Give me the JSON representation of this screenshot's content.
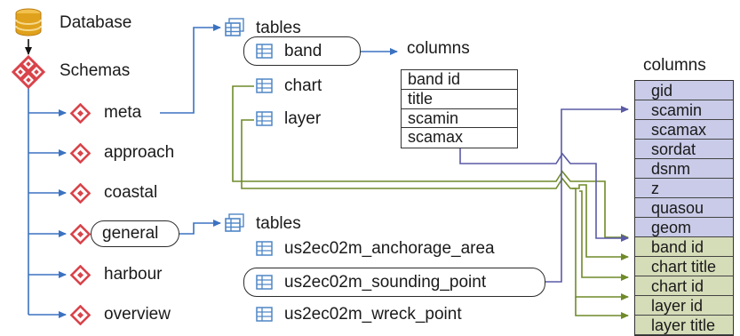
{
  "tree": {
    "database_label": "Database",
    "schemas_label": "Schemas",
    "schemas": [
      {
        "label": "meta"
      },
      {
        "label": "approach"
      },
      {
        "label": "coastal"
      },
      {
        "label": "general"
      },
      {
        "label": "harbour"
      },
      {
        "label": "overview"
      }
    ]
  },
  "meta_tables": {
    "label": "tables",
    "items": [
      "band",
      "chart",
      "layer"
    ]
  },
  "band_columns": {
    "label": "columns",
    "items": [
      "band id",
      "title",
      "scamin",
      "scamax"
    ]
  },
  "general_tables": {
    "label": "tables",
    "items": [
      "us2ec02m_anchorage_area",
      "us2ec02m_sounding_point",
      "us2ec02m_wreck_point"
    ]
  },
  "sounding_columns": {
    "label": "columns",
    "base_items": [
      "gid",
      "scamin",
      "scamax",
      "sordat",
      "dsnm",
      "z",
      "quasou",
      "geom"
    ],
    "joined_items": [
      "band id",
      "chart title",
      "chart id",
      "layer id",
      "layer title"
    ]
  },
  "colors": {
    "tree_arrow": "#3b72c0",
    "schema_icon": "#d9434a",
    "database_icon": "#e0a21c",
    "table_icon": "#4f86c6",
    "purple_link": "#5a5aa5",
    "green_link": "#6f8a2a",
    "purple_fill": "#c9cbe8",
    "green_fill": "#d5dcb8"
  },
  "icons": {
    "database": "database-icon",
    "schema": "schema-icon",
    "table": "table-icon"
  }
}
